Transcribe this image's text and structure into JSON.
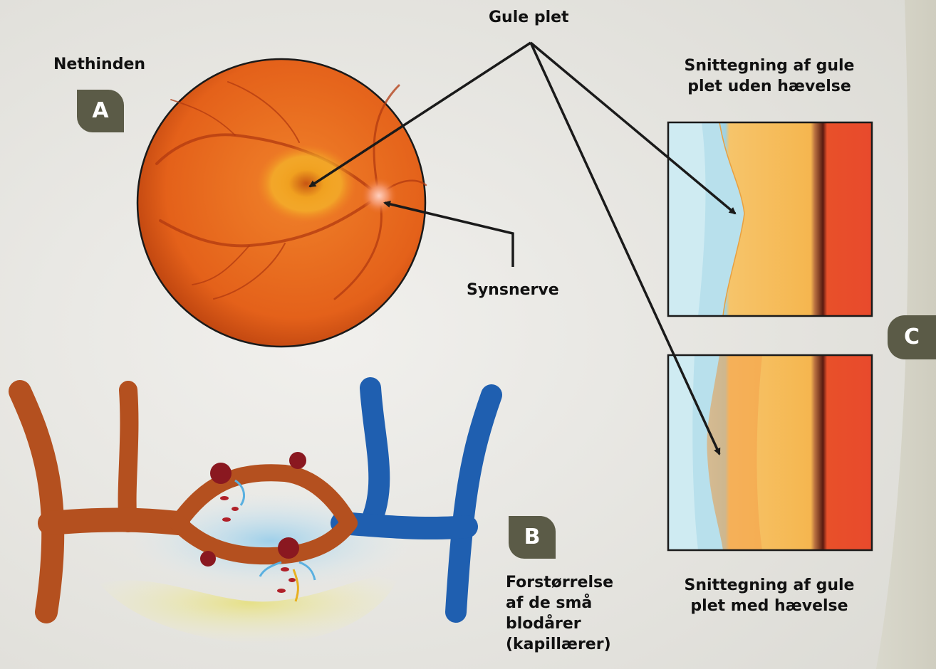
{
  "labels": {
    "gule_plet": "Gule plet",
    "nethinden": "Nethinden",
    "synsnerve": "Synsnerve",
    "snit_uden_line1": "Snittegning af gule",
    "snit_uden_line2": "plet uden hævelse",
    "snit_med_line1": "Snittegning af gule",
    "snit_med_line2": "plet med hævelse",
    "forstorrelse_line1": "Forstørrelse",
    "forstorrelse_line2": "af de små",
    "forstorrelse_line3": "blodårer",
    "forstorrelse_line4": "(kapillærer)"
  },
  "badges": {
    "a": "A",
    "b": "B",
    "c": "C"
  },
  "colors": {
    "background": "#e7e6e2",
    "badge": "#5b5b47",
    "retina": "#e8681a",
    "artery": "#b4501f",
    "vein": "#1f5fb0",
    "arrow": "#1a1a1a"
  }
}
